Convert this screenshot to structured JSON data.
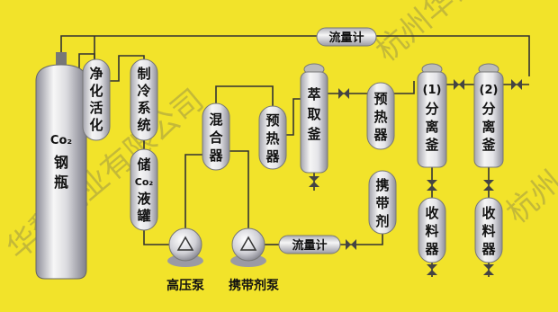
{
  "watermark": {
    "text_right": "杭州华泰",
    "text_center": "华黎汽业有限公司",
    "text_side": "杭州",
    "color": "#8a8a8a"
  },
  "colors": {
    "background": "#f2e32a",
    "vessel_light": "#f4f4f4",
    "vessel_dark": "#9a9aa4",
    "pipe": "#333333",
    "label_box": "#e6e6e6"
  },
  "equipment": {
    "co2_cylinder": {
      "line1": "Co₂",
      "line2": "钢",
      "line3": "瓶"
    },
    "purifier": {
      "line1": "净",
      "line2": "化",
      "line3": "活",
      "line4": "化"
    },
    "cooling_system": {
      "line1": "制",
      "line2": "冷",
      "line3": "系",
      "line4": "统"
    },
    "co2_storage": {
      "line1": "储",
      "line2": "Co₂",
      "line3": "液",
      "line4": "罐"
    },
    "mixer": {
      "line1": "混",
      "line2": "合",
      "line3": "器"
    },
    "preheater_a": {
      "line1": "预",
      "line2": "热",
      "line3": "器"
    },
    "extraction_vessel": {
      "line1": "萃",
      "line2": "取",
      "line3": "釜"
    },
    "preheater_b": {
      "line1": "预",
      "line2": "热",
      "line3": "器"
    },
    "entrainer": {
      "line1": "携",
      "line2": "带",
      "line3": "剂"
    },
    "separator1": {
      "line1": "(1)",
      "line2": "分",
      "line3": "离",
      "line4": "釜"
    },
    "separator2": {
      "line1": "(2)",
      "line2": "分",
      "line3": "离",
      "line4": "釜"
    },
    "collector1": {
      "line1": "收",
      "line2": "料",
      "line3": "器"
    },
    "collector2": {
      "line1": "收",
      "line2": "料",
      "line3": "器"
    },
    "flowmeter_top": "流量计",
    "flowmeter_bottom": "流量计",
    "high_pressure_pump": "高压泵",
    "entrainer_pump": "携带剂泵"
  }
}
